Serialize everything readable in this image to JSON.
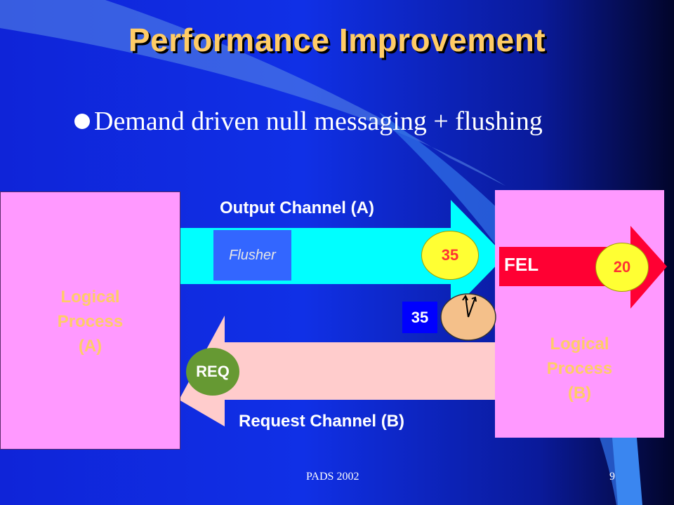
{
  "slide": {
    "title": "Performance Improvement",
    "bullet": "Demand driven null messaging + flushing",
    "footer_left": "PADS 2002",
    "footer_right": "9"
  },
  "diagram": {
    "process_a_label": "Logical\nProcess\n(A)",
    "process_b_label": "Logical\nProcess\n(B)",
    "output_channel_label": "Output Channel (A)",
    "request_channel_label": "Request Channel (B)",
    "flusher_label": "Flusher",
    "message_timestamp": "35",
    "clock_timestamp": "35",
    "fel_label": "FEL",
    "fel_timestamp": "20",
    "request_label": "REQ"
  },
  "colors": {
    "background": "#1030e6",
    "title": "#ffcc66",
    "process_box": "#ff99ff",
    "output_channel": "#00ffff",
    "request_channel": "#ffcccc",
    "fel_arrow": "#ff0033",
    "flusher": "#3366ff",
    "message_ball": "#ffff33",
    "req_ball": "#669933"
  },
  "icons": [
    "bullet-dot",
    "clock-icon"
  ]
}
